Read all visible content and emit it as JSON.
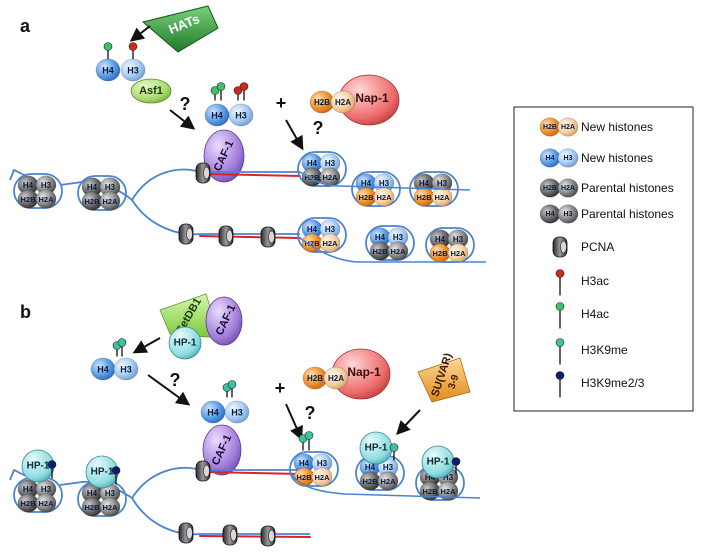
{
  "panels": [
    {
      "letter": "a"
    },
    {
      "letter": "b"
    }
  ],
  "proteins": {
    "hats": "HATs",
    "asf1": "Asf1",
    "caf1": "CAF-1",
    "nap1": "Nap-1",
    "setdb1": "SetDB1",
    "hp1": "HP-1",
    "suvar": "SU(VAR)",
    "suvar_sub": "3-9"
  },
  "histones": {
    "h4": "H4",
    "h3": "H3",
    "h2a": "H2A",
    "h2b": "H2B"
  },
  "symbols": {
    "question": "?",
    "plus": "+"
  },
  "legend": [
    {
      "icon": "new-h2a-h2b",
      "label": "New histones"
    },
    {
      "icon": "new-h3-h4",
      "label": "New histones"
    },
    {
      "icon": "parental-h2a-h2b",
      "label": "Parental histones"
    },
    {
      "icon": "parental-h3-h4",
      "label": "Parental histones"
    },
    {
      "icon": "pcna",
      "label": "PCNA"
    },
    {
      "icon": "h3ac-pin",
      "label": "H3ac"
    },
    {
      "icon": "h4ac-pin",
      "label": "H4ac"
    },
    {
      "icon": "h3k9me-pin",
      "label": "H3K9me"
    },
    {
      "icon": "h3k9me23-pin",
      "label": "H3K9me2/3"
    }
  ],
  "colors": {
    "new_h3h4": "#6fa8e8",
    "new_h2ah2b": "#f29a3c",
    "parental": "#5f5f5f",
    "h3ac": "#cc2a1a",
    "h4ac": "#3fbf6a",
    "h3k9me": "#3fc0a0",
    "h3k9me23": "#0c1f6e",
    "hats": "#2f9a3a",
    "asf1": "#a8d86a",
    "caf1": "#9a7ad0",
    "nap1": "#ee6c6c",
    "hp1": "#8fdde0",
    "setdb1": "#9be06a",
    "suvar": "#f2a03a"
  }
}
